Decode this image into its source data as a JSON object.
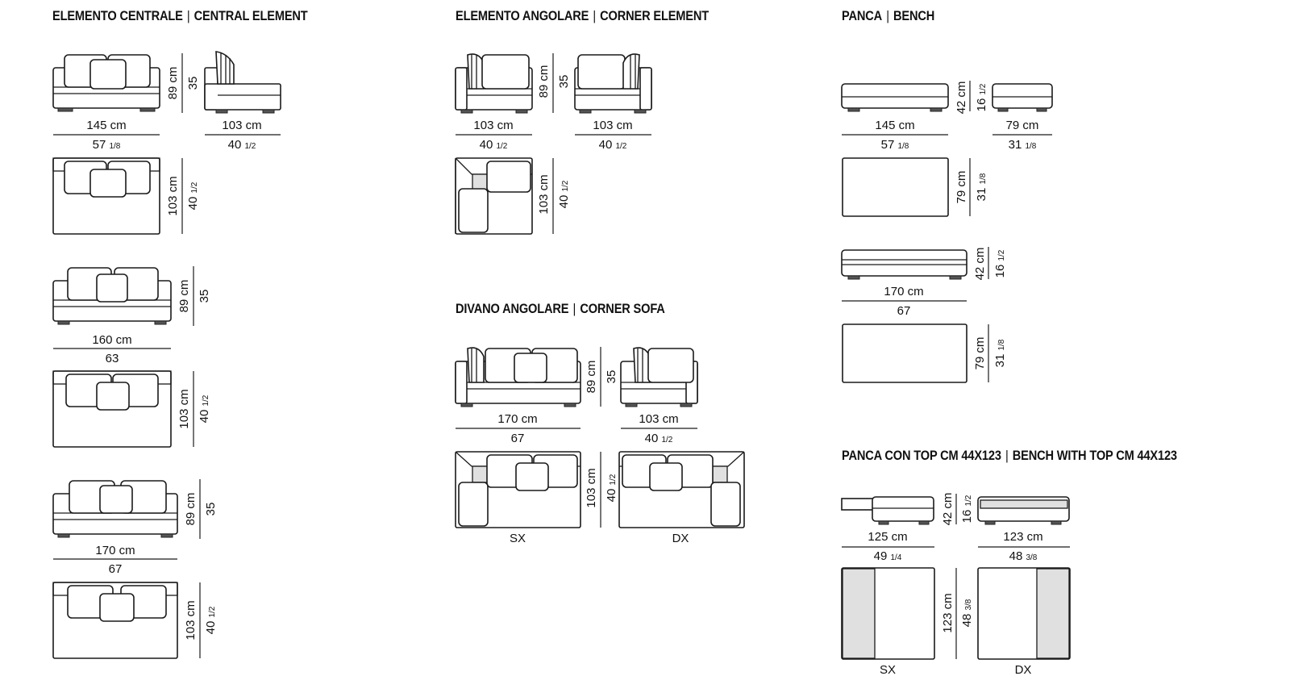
{
  "sections": {
    "central": {
      "title_it": "ELEMENTO CENTRALE",
      "title_en": "CENTRAL ELEMENT",
      "sep": "|"
    },
    "corner_element": {
      "title_it": "ELEMENTO ANGOLARE",
      "title_en": "CORNER ELEMENT",
      "sep": "|"
    },
    "bench": {
      "title_it": "PANCA",
      "title_en": "BENCH",
      "sep": "|"
    },
    "corner_sofa": {
      "title_it": "DIVANO ANGOLARE",
      "title_en": "CORNER SOFA",
      "sep": "|"
    },
    "bench_top": {
      "title_it": "PANCA CON TOP CM 44X123",
      "title_en": "BENCH WITH  TOP CM 44X123",
      "sep": "|"
    }
  },
  "central": {
    "w145": {
      "cm": "145 cm",
      "in_whole": "57",
      "in_frac": "1/8"
    },
    "w103": {
      "cm": "103 cm",
      "in_whole": "40",
      "in_frac": "1/2"
    },
    "w160": {
      "cm": "160 cm",
      "in": "63"
    },
    "w170": {
      "cm": "170 cm",
      "in": "67"
    },
    "h89": {
      "cm": "89 cm",
      "in": "35"
    },
    "d103": {
      "cm": "103 cm",
      "in_whole": "40",
      "in_frac": "1/2"
    }
  },
  "corner_element": {
    "w103a": {
      "cm": "103 cm",
      "in_whole": "40",
      "in_frac": "1/2"
    },
    "w103b": {
      "cm": "103 cm",
      "in_whole": "40",
      "in_frac": "1/2"
    },
    "h89": {
      "cm": "89 cm",
      "in": "35"
    },
    "d103": {
      "cm": "103 cm",
      "in_whole": "40",
      "in_frac": "1/2"
    }
  },
  "corner_sofa": {
    "w170": {
      "cm": "170 cm",
      "in": "67"
    },
    "w103": {
      "cm": "103 cm",
      "in_whole": "40",
      "in_frac": "1/2"
    },
    "h89": {
      "cm": "89 cm",
      "in": "35"
    },
    "d103": {
      "cm": "103 cm",
      "in_whole": "40",
      "in_frac": "1/2"
    },
    "sx": "SX",
    "dx": "DX"
  },
  "bench": {
    "w145": {
      "cm": "145 cm",
      "in_whole": "57",
      "in_frac": "1/8"
    },
    "w79": {
      "cm": "79 cm",
      "in_whole": "31",
      "in_frac": "1/8"
    },
    "h42": {
      "cm": "42 cm",
      "in_whole": "16",
      "in_frac": "1/2"
    },
    "d79": {
      "cm": "79 cm",
      "in_whole": "31",
      "in_frac": "1/8"
    },
    "w170": {
      "cm": "170 cm",
      "in": "67"
    }
  },
  "bench_top": {
    "w125": {
      "cm": "125 cm",
      "in_whole": "49",
      "in_frac": "1/4"
    },
    "w123": {
      "cm": "123 cm",
      "in_whole": "48",
      "in_frac": "3/8"
    },
    "h42": {
      "cm": "42 cm",
      "in_whole": "16",
      "in_frac": "1/2"
    },
    "d123": {
      "cm": "123 cm",
      "in_whole": "48",
      "in_frac": "3/8"
    },
    "sx": "SX",
    "dx": "DX"
  }
}
